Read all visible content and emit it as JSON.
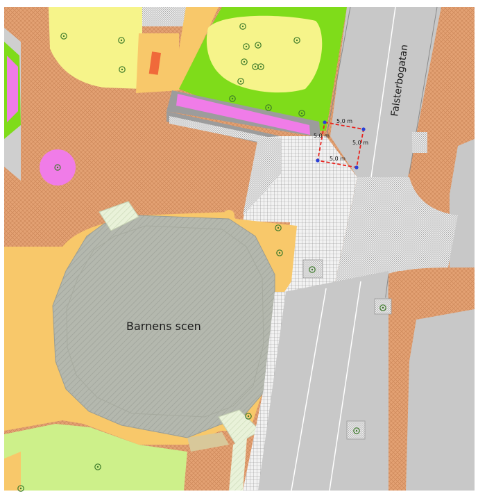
{
  "map": {
    "labels": {
      "street": "Falsterbogatan",
      "place": "Barnens scen"
    },
    "measurement": {
      "top": "5,0 m",
      "left": "5,0 m",
      "right": "5,0 m",
      "bottom": "5,0 m",
      "line_color": "#e8241f",
      "vertex_color": "#2a3fd6"
    },
    "colors": {
      "hardsurface_orange": "#e3a173",
      "sand": "#f8c86a",
      "lawn_yellow": "#f6f48a",
      "grass_green": "#7fdc1a",
      "pink": "#f07ce8",
      "road_gray": "#c8c8c8",
      "building_gray": "#b5b9b0",
      "light_green": "#cdf08a"
    },
    "icons": [
      "tree-point-icon",
      "lamp-post-icon"
    ]
  }
}
